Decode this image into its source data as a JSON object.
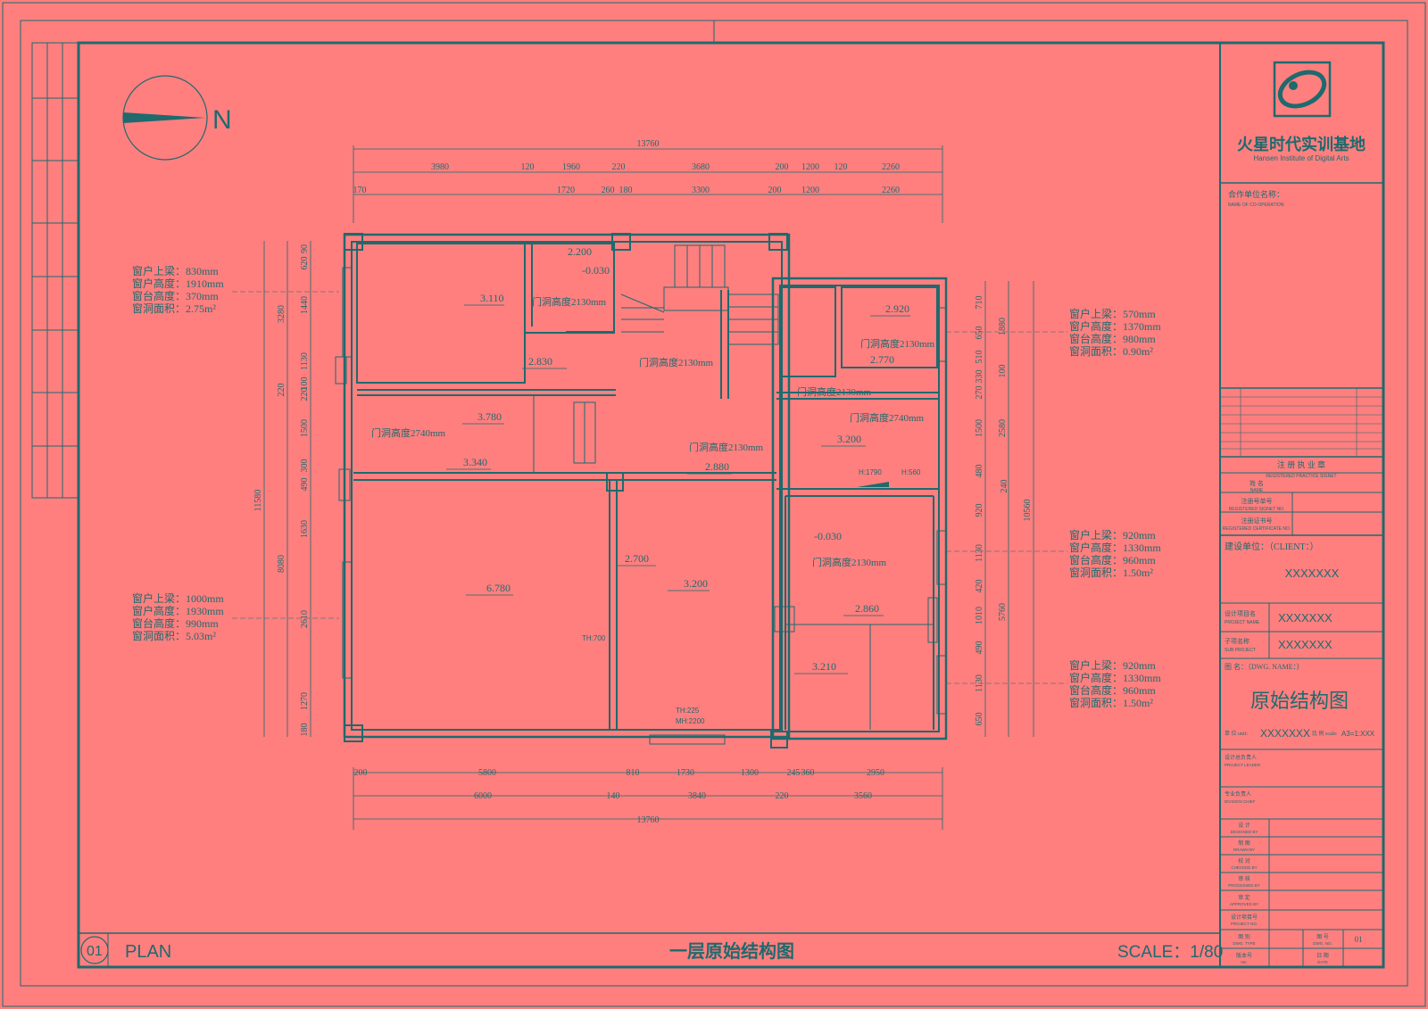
{
  "colors": {
    "background": "#ff7f7f",
    "line": "#1e6a6e"
  },
  "compass": {
    "label": "N"
  },
  "dims": {
    "overall": "13760",
    "top1": [
      "3980",
      "120",
      "1960",
      "220",
      "3680",
      "200",
      "1200",
      "120",
      "2260"
    ],
    "top2": [
      "170",
      "1720",
      "260",
      "180",
      "3300",
      "200",
      "1200",
      "2260"
    ],
    "bottom1": [
      "200",
      "5800",
      "810",
      "1730",
      "1300",
      "245",
      "360",
      "2950"
    ],
    "bottom2": [
      "6000",
      "140",
      "3840",
      "220",
      "3560"
    ],
    "left_outer": [
      "3280",
      "11580",
      "8080"
    ],
    "left_inner": [
      "90",
      "620",
      "1440",
      "1130",
      "220",
      "100",
      "220",
      "1500",
      "300",
      "490",
      "1630",
      "2610",
      "1270",
      "180"
    ],
    "right_inner": [
      "710",
      "650",
      "510",
      "330",
      "270",
      "1500",
      "480",
      "240",
      "920",
      "1130",
      "420",
      "1010",
      "490",
      "1130",
      "650"
    ],
    "right_outer": [
      "1880",
      "100",
      "2580",
      "10560",
      "5760"
    ]
  },
  "rooms": [
    {
      "level": "3.110"
    },
    {
      "level": "2.200"
    },
    {
      "level": "-0.030"
    },
    {
      "level": "2.830"
    },
    {
      "level": "2.920"
    },
    {
      "level": "2.770"
    },
    {
      "level": "3.780"
    },
    {
      "level": "3.340"
    },
    {
      "level": "2.880"
    },
    {
      "level": "3.200"
    },
    {
      "level": "6.780"
    },
    {
      "level": "2.700"
    },
    {
      "level": "3.200"
    },
    {
      "level": "-0.030"
    },
    {
      "level": "2.860"
    },
    {
      "level": "3.210"
    }
  ],
  "door_notes": {
    "a": "门洞高度2130mm",
    "b": "门洞高度2130mm",
    "c": "门洞高度2130mm",
    "d": "门洞高度2130mm",
    "e": "门洞高度2740mm",
    "f": "门洞高度2130mm",
    "g": "门洞高度2740mm",
    "h": "门洞高度2130mm"
  },
  "small_notes": {
    "h1": "H:1790",
    "h2": "H:560",
    "th1": "TH:700",
    "th2": "TH:225",
    "mh": "MH:2200"
  },
  "window_notes": {
    "left_top": [
      "窗户上梁：830mm",
      "窗户高度：1910mm",
      "窗台高度：370mm",
      "窗洞面积：2.75m²"
    ],
    "left_bottom": [
      "窗户上梁：1000mm",
      "窗户高度：1930mm",
      "窗台高度：990mm",
      "窗洞面积：5.03m²"
    ],
    "right_top": [
      "窗户上梁：570mm",
      "窗户高度：1370mm",
      "窗台高度：980mm",
      "窗洞面积：0.90m²"
    ],
    "right_mid": [
      "窗户上梁：920mm",
      "窗户高度：1330mm",
      "窗台高度：960mm",
      "窗洞面积：1.50m²"
    ],
    "right_bottom": [
      "窗户上梁：920mm",
      "窗户高度：1330mm",
      "窗台高度：960mm",
      "窗洞面积：1.50m²"
    ]
  },
  "footer": {
    "num": "01",
    "plan": "PLAN",
    "title": "一层原始结构图",
    "scale": "SCALE：1/80"
  },
  "title_block": {
    "company_cn": "火星时代实训基地",
    "company_en": "Hansen Institute of Digital Arts",
    "coop_label": "合作单位名称：",
    "coop_label_en": "NAME OF CO-OPERATION:",
    "stamp_cn": "注 册 执 业 章",
    "stamp_en": "REGISTERED PRACTICE SIGNET",
    "name_cn": "姓  名",
    "name_en": "NAME",
    "reg_cn": "注册号单号",
    "reg_en": "REGISTERED SIGNET NO.",
    "cert_cn": "注册证书号",
    "cert_en": "REGISTERED CERTIFICATE NO.",
    "client_label": "建设单位：（CLIENT：）",
    "client_value": "XXXXXXX",
    "project_label": "设计项目名",
    "project_label_en": "PROJECT NAME",
    "project_value": "XXXXXXX",
    "sub_label": "子项名称",
    "sub_label_en": "SUB PROJECT",
    "sub_value": "XXXXXXX",
    "dwg_label": "图  名：（DWG. NAME：）",
    "dwg_value": "原始结构图",
    "unit_label": "单 位 unit:",
    "unit_value": "XXXXXXX",
    "ratio_label": "比 例 scale:",
    "ratio_value": "A3=1:XXX",
    "leader_cn": "设计总负责人",
    "leader_en": "PROJECT LEADER",
    "chief_cn": "专业负责人",
    "chief_en": "DIVISION CHIEF",
    "designed_cn": "设  计",
    "designed_en": "DESIGNED BY",
    "drawn_cn": "制  图",
    "drawn_en": "DRAWN BY",
    "checked_cn": "校  对",
    "checked_en": "CHECKED BY",
    "processed_cn": "审  核",
    "processed_en": "PROCESSED BY",
    "approved_cn": "审  定",
    "approved_en": "APPROVED BY",
    "projno_cn": "设计项目号",
    "projno_en": "PROJECT NO.",
    "type_cn": "图  别",
    "type_en": "DWG. TYPE",
    "dwgno_cn": "图  号",
    "dwgno_en": "DWG. NO.",
    "dwgno_value": "01",
    "ver_cn": "版本号",
    "ver_en": "Ver.",
    "date_cn": "日  期",
    "date_en": "DATE"
  }
}
